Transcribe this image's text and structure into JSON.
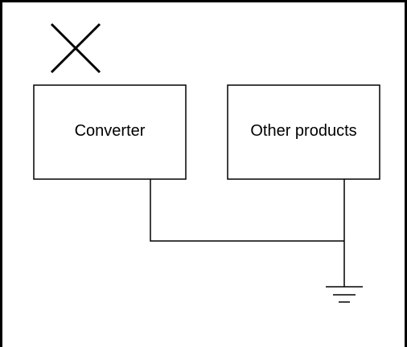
{
  "diagram": {
    "status_mark": "cross-mark",
    "blocks": {
      "converter": "Converter",
      "other_products": "Other products"
    },
    "ground_symbol": "ground-icon",
    "colors": {
      "line": "#000000",
      "background": "#ffffff"
    }
  }
}
